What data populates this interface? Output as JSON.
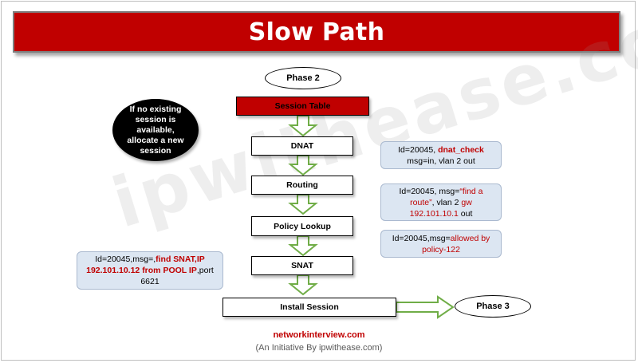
{
  "title": "Slow Path",
  "watermark": "ipwithease.com",
  "start_label": "Phase 2",
  "end_label": "Phase 3",
  "circle_note": "If no existing session is available, allocate a new session",
  "steps": [
    "Session Table",
    "DNAT",
    "Routing",
    "Policy Lookup",
    "SNAT",
    "Install Session"
  ],
  "notes": {
    "dnat": {
      "a": "Id=20045, ",
      "b": "dnat_check",
      "c": "msg=in, vlan 2 out"
    },
    "routing": {
      "a": "Id=20045, msg=",
      "b": "“find a route”",
      "c": ", vlan 2  ",
      "d": "gw 192.101.10.1",
      "e": " out"
    },
    "policy": {
      "a": "Id=20045,msg=",
      "b": "allowed by policy-122"
    },
    "snat": {
      "a": "Id=20045,msg=,",
      "b": "find SNAT,IP 192.101.10.12  from POOL IP",
      "c": ",port 6621"
    }
  },
  "footer": {
    "site": "networkinterview.com",
    "initiative": "(An Initiative By ipwithease.com)"
  },
  "colors": {
    "banner": "#c00000",
    "arrow_outline": "#70ad47",
    "note_bg": "#dce6f2",
    "highlight": "#c00000"
  }
}
